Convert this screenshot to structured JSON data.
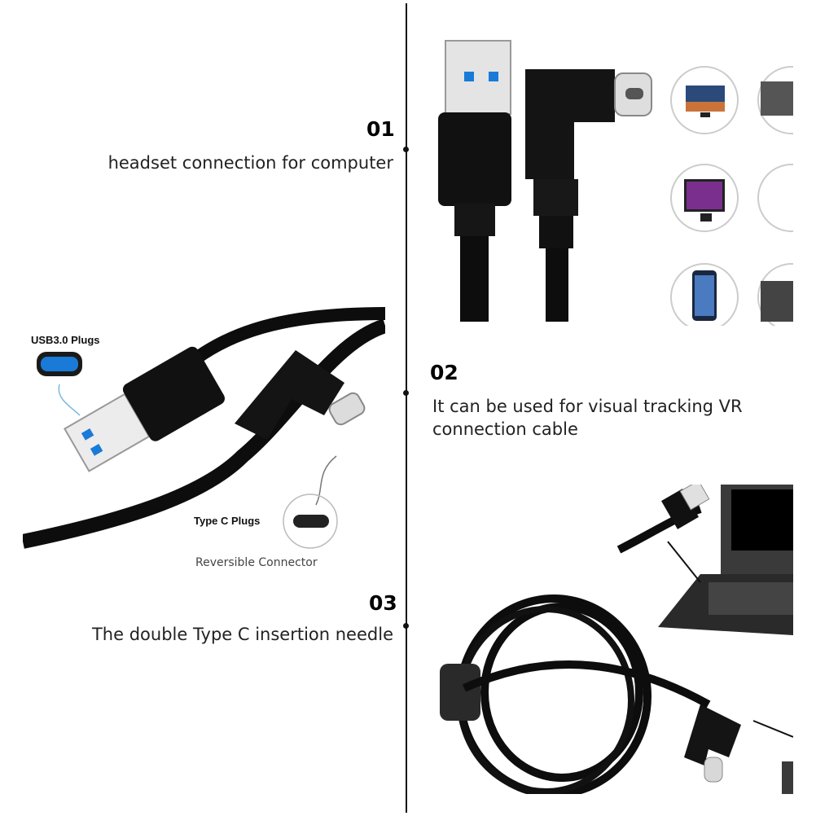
{
  "steps": [
    {
      "number": "01",
      "text": "headset connection for computer"
    },
    {
      "number": "02",
      "text": "It can be used for visual tracking VR connection cable"
    },
    {
      "number": "03",
      "text": "The double Type C insertion needle"
    }
  ],
  "callouts": {
    "usb_plug": "USB3.0 Plugs",
    "typec_plug": "Type C Plugs",
    "reversible": "Reversible Connector"
  },
  "colors": {
    "cable": "#0d0d0d",
    "usb_blue": "#1a7ad8",
    "line": "#111111"
  }
}
